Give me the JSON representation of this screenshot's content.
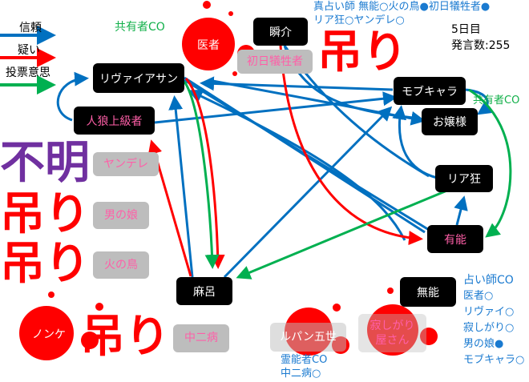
{
  "legend": {
    "trust": "信頼",
    "doubt": "疑い",
    "vote": "投票意思"
  },
  "colors": {
    "trust": "#0070c0",
    "doubt": "#ff0000",
    "vote": "#00b050",
    "unknown": "#7030a0"
  },
  "status": {
    "day": "5日目",
    "posts": "発言数:255"
  },
  "seer_note": {
    "line1": "真占い師 無能○火の鳥●初日犠牲者●",
    "line2": "リア狂○ヤンデレ○"
  },
  "co_labels": {
    "sharer_top": "共有者CO",
    "sharer_right": "共有者CO",
    "medium": "霊能者CO",
    "medium_result": "中二病○"
  },
  "nodes": {
    "leviathan": "リヴァイアサン",
    "werewolf": "人狼上級者",
    "shunsuke": "瞬介",
    "mob": "モブキャラ",
    "ojou": "お嬢様",
    "riakyo": "リア狂",
    "yuunou": "有能",
    "maro": "麻呂",
    "munou": "無能"
  },
  "dead": {
    "doctor": "医者",
    "first": "初日犠牲者",
    "yandere": "ヤンデレ",
    "otokonoko": "男の娘",
    "hinotori": "火の鳥",
    "chuuni": "中二病",
    "nonke": "ノンケ",
    "lupin": "ルパン五世",
    "sabishi1": "寂しがり",
    "sabishi2": "屋さん"
  },
  "overlays": {
    "unknown": "不明",
    "hanged": "吊り"
  },
  "munou_claim": [
    "占い師CO",
    "医者○",
    "リヴァイ○",
    "寂しがり○",
    "男の娘●",
    "モブキャラ○"
  ]
}
